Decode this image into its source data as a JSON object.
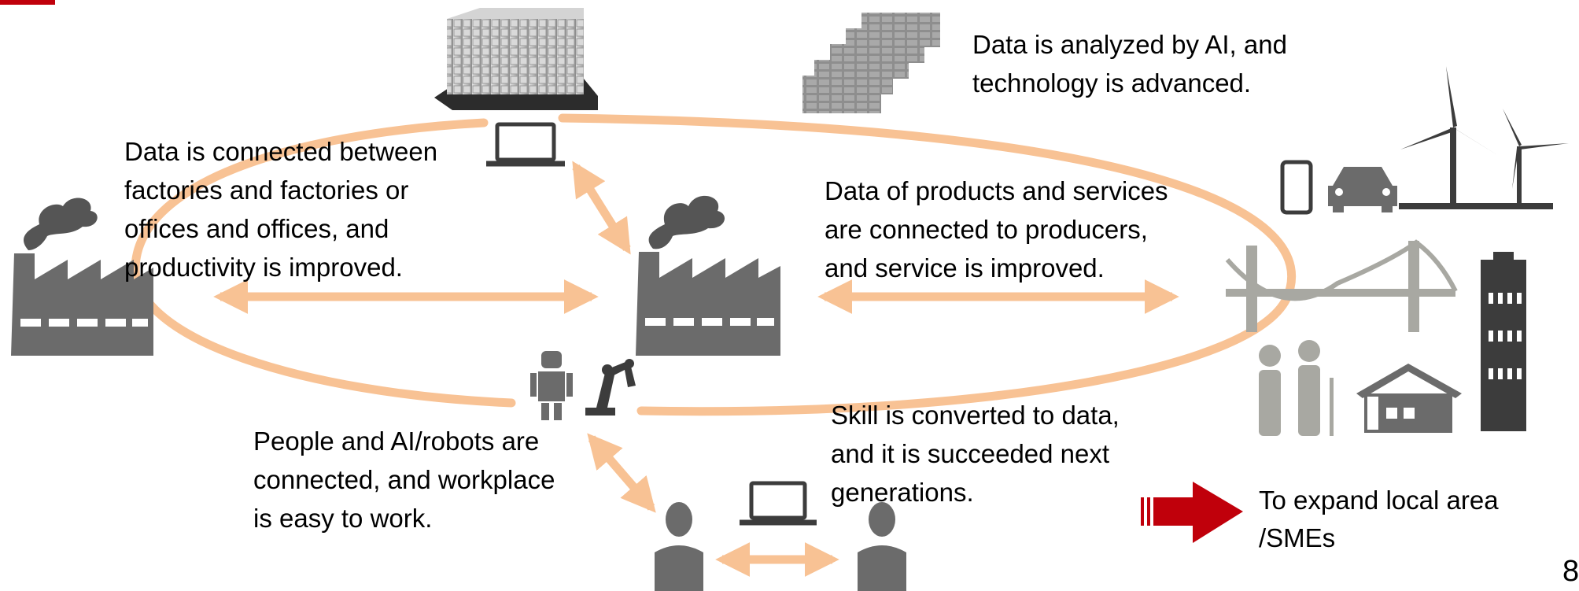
{
  "labels": {
    "ai_analysis": "Data is analyzed by AI, and\ntechnology is  advanced.",
    "factory_connection": "Data is connected between\nfactories and factories or\noffices and offices, and\nproductivity is improved.",
    "products_services": "Data of products and services\nare connected to producers,\nand service is  improved.",
    "people_ai": "People and AI/robots are\nconnected, and workplace\nis easy to work.",
    "skill_data": "Skill is converted to data,\nand it is  succeeded next\ngenerations.",
    "expand_area": "To expand local area\n/SMEs"
  },
  "page_number": "8",
  "icons": [
    "office-building-icon",
    "server-racks-icon",
    "laptop-icon",
    "factory-icon",
    "humanoid-robot-icon",
    "robot-arm-icon",
    "person-icon",
    "smartphone-icon",
    "car-icon",
    "wind-turbine-icon",
    "bridge-icon",
    "elderly-people-icon",
    "house-icon",
    "apartment-building-icon",
    "red-arrow-icon"
  ],
  "colors": {
    "connector": "#f8c294",
    "icon_gray": "#6b6b6b",
    "icon_light_gray": "#a8a8a2",
    "icon_dark": "#3c3c3c",
    "accent_red": "#c0000b"
  }
}
